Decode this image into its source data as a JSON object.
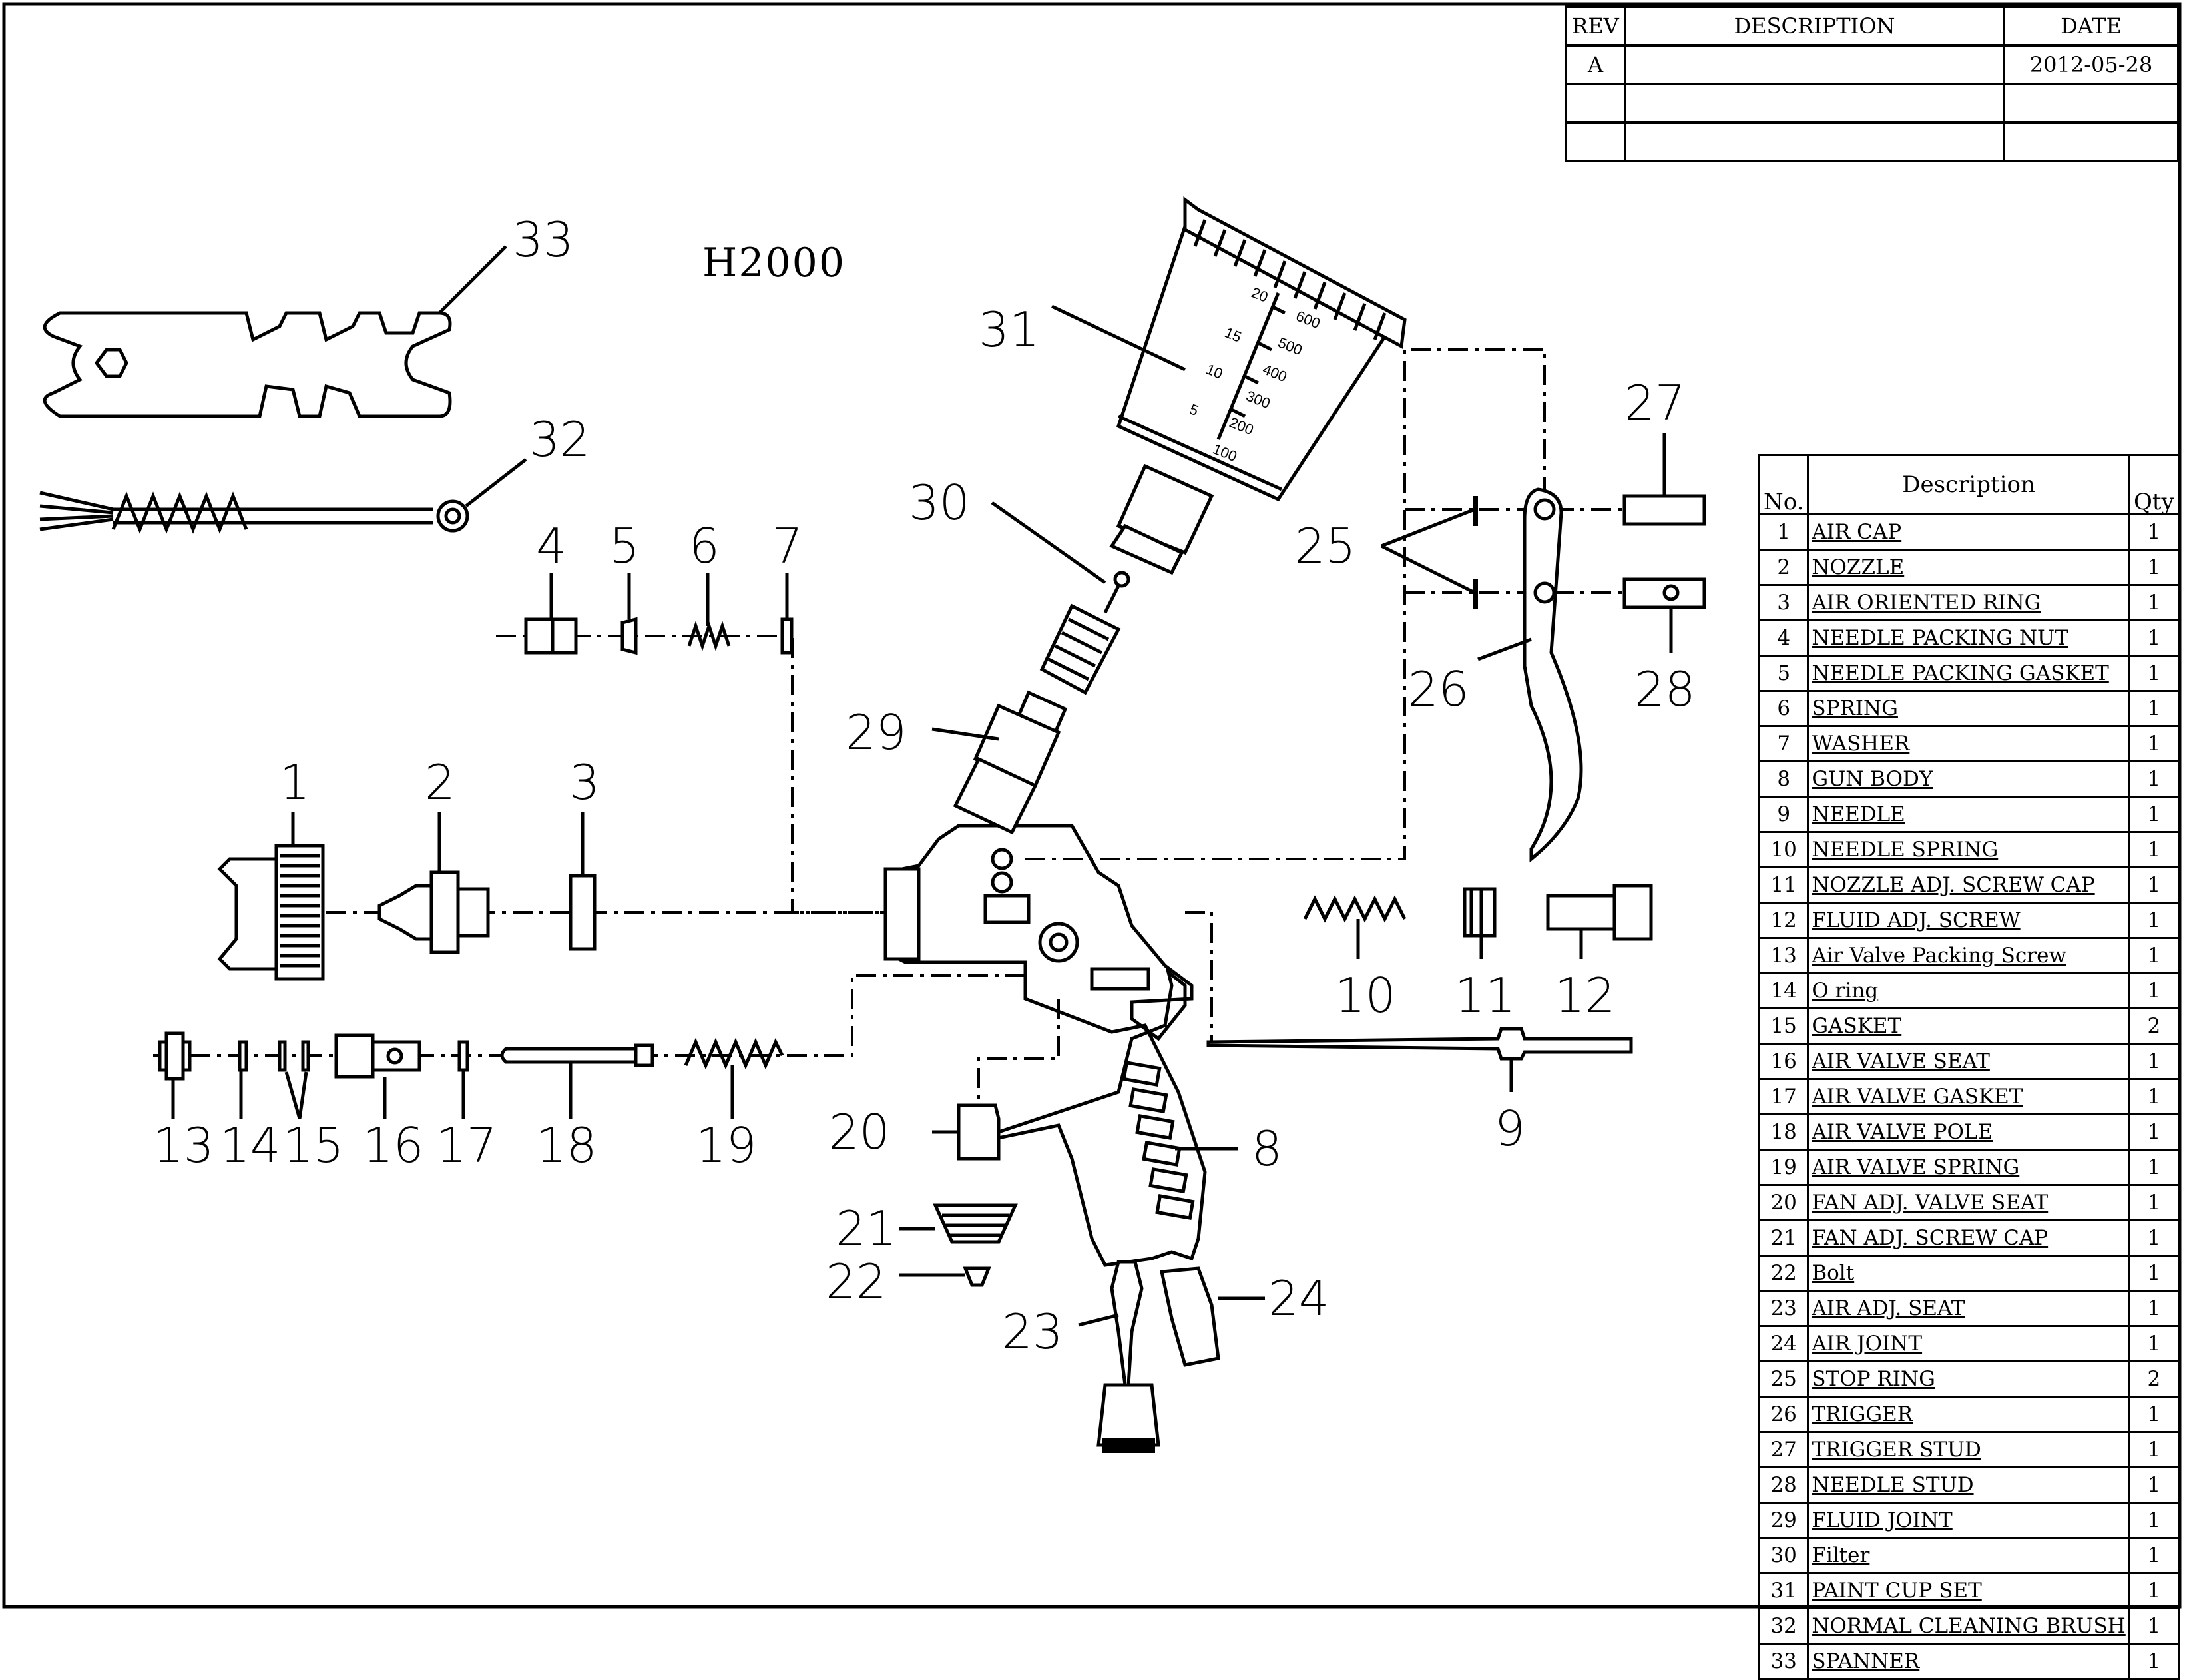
{
  "title": "H2000",
  "revision_table": {
    "headers": {
      "rev": "REV",
      "description": "DESCRIPTION",
      "date": "DATE"
    },
    "rows": [
      {
        "rev": "A",
        "description": "",
        "date": "2012-05-28"
      },
      {
        "rev": "",
        "description": "",
        "date": ""
      },
      {
        "rev": "",
        "description": "",
        "date": ""
      }
    ]
  },
  "parts_table": {
    "headers": {
      "no": "No.",
      "description": "Description",
      "qty": "Qty"
    },
    "rows": [
      {
        "no": "1",
        "description": "AIR CAP",
        "qty": "1"
      },
      {
        "no": "2",
        "description": "NOZZLE",
        "qty": "1"
      },
      {
        "no": "3",
        "description": "AIR ORIENTED RING",
        "qty": "1"
      },
      {
        "no": "4",
        "description": "NEEDLE PACKING NUT",
        "qty": "1"
      },
      {
        "no": "5",
        "description": "NEEDLE PACKING GASKET",
        "qty": "1"
      },
      {
        "no": "6",
        "description": "SPRING",
        "qty": "1"
      },
      {
        "no": "7",
        "description": "WASHER",
        "qty": "1"
      },
      {
        "no": "8",
        "description": "GUN BODY",
        "qty": "1"
      },
      {
        "no": "9",
        "description": "NEEDLE",
        "qty": "1"
      },
      {
        "no": "10",
        "description": "NEEDLE SPRING",
        "qty": "1"
      },
      {
        "no": "11",
        "description": "NOZZLE ADJ. SCREW CAP",
        "qty": "1"
      },
      {
        "no": "12",
        "description": "FLUID ADJ. SCREW",
        "qty": "1"
      },
      {
        "no": "13",
        "description": "Air Valve Packing Screw",
        "qty": "1"
      },
      {
        "no": "14",
        "description": "O ring",
        "qty": "1"
      },
      {
        "no": "15",
        "description": "GASKET",
        "qty": "2"
      },
      {
        "no": "16",
        "description": "AIR VALVE SEAT",
        "qty": "1"
      },
      {
        "no": "17",
        "description": "AIR VALVE GASKET",
        "qty": "1"
      },
      {
        "no": "18",
        "description": "AIR VALVE POLE",
        "qty": "1"
      },
      {
        "no": "19",
        "description": "AIR VALVE SPRING",
        "qty": "1"
      },
      {
        "no": "20",
        "description": "FAN ADJ. VALVE SEAT",
        "qty": "1"
      },
      {
        "no": "21",
        "description": "FAN ADJ. SCREW CAP",
        "qty": "1"
      },
      {
        "no": "22",
        "description": "Bolt",
        "qty": "1"
      },
      {
        "no": "23",
        "description": "AIR ADJ. SEAT",
        "qty": "1"
      },
      {
        "no": "24",
        "description": "AIR JOINT",
        "qty": "1"
      },
      {
        "no": "25",
        "description": "STOP RING",
        "qty": "2"
      },
      {
        "no": "26",
        "description": "TRIGGER",
        "qty": "1"
      },
      {
        "no": "27",
        "description": "TRIGGER STUD",
        "qty": "1"
      },
      {
        "no": "28",
        "description": "NEEDLE STUD",
        "qty": "1"
      },
      {
        "no": "29",
        "description": "FLUID JOINT",
        "qty": "1"
      },
      {
        "no": "30",
        "description": "Filter",
        "qty": "1"
      },
      {
        "no": "31",
        "description": "PAINT CUP SET",
        "qty": "1"
      },
      {
        "no": "32",
        "description": "NORMAL CLEANING BRUSH",
        "qty": "1"
      },
      {
        "no": "33",
        "description": "SPANNER",
        "qty": "1"
      }
    ]
  },
  "callouts": {
    "c1": "1",
    "c2": "2",
    "c3": "3",
    "c4": "4",
    "c5": "5",
    "c6": "6",
    "c7": "7",
    "c8": "8",
    "c9": "9",
    "c10": "10",
    "c11": "11",
    "c12": "12",
    "c13": "13",
    "c14": "14",
    "c15": "15",
    "c16": "16",
    "c17": "17",
    "c18": "18",
    "c19": "19",
    "c20": "20",
    "c21": "21",
    "c22": "22",
    "c23": "23",
    "c24": "24",
    "c25": "25",
    "c26": "26",
    "c27": "27",
    "c28": "28",
    "c29": "29",
    "c30": "30",
    "c31": "31",
    "c32": "32",
    "c33": "33"
  },
  "cup_scale": {
    "left": [
      "20",
      "15",
      "10",
      "5"
    ],
    "right": [
      "600",
      "500",
      "400",
      "300",
      "200",
      "100"
    ]
  }
}
